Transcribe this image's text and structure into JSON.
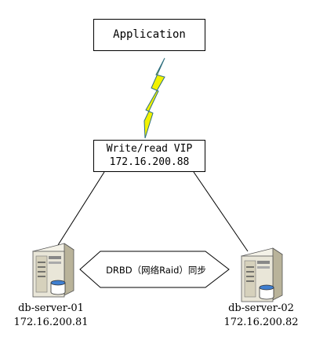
{
  "application": {
    "label": "Application"
  },
  "vip": {
    "line1": "Write/read VIP",
    "line2": "172.16.200.88"
  },
  "sync": {
    "label": "DRBD（网络Raid）同步"
  },
  "servers": [
    {
      "name": "db-server-01",
      "ip": "172.16.200.81"
    },
    {
      "name": "db-server-02",
      "ip": "172.16.200.82"
    }
  ],
  "colors": {
    "lightning_fill": "#f2f200",
    "lightning_stroke": "#2e6f7e",
    "server_body": "#e9e6d8",
    "server_panel": "#c9c4ad",
    "disk_blue": "#3f7fd0"
  }
}
